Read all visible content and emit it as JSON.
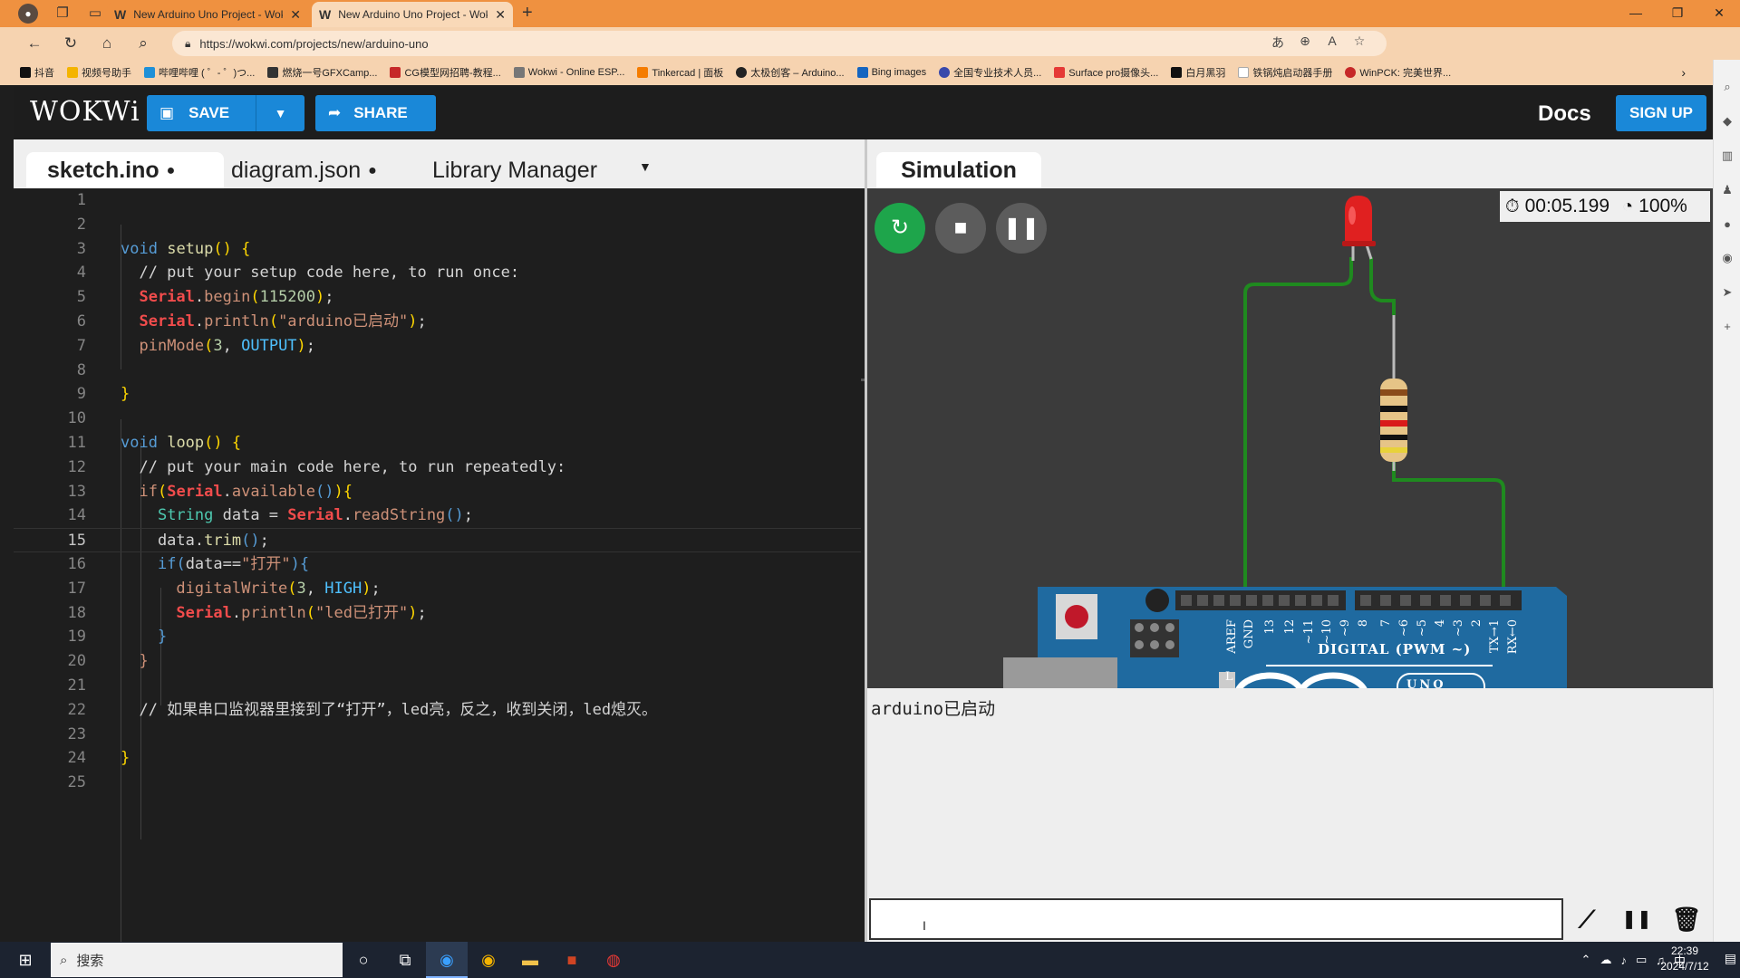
{
  "browser": {
    "tabs": [
      {
        "title": "New Arduino Uno Project - Wok",
        "active": false
      },
      {
        "title": "New Arduino Uno Project - Wok",
        "active": true
      }
    ],
    "url": "https://wokwi.com/projects/new/arduino-uno",
    "bookmarks": [
      "抖音",
      "视频号助手",
      "哔哩哔哩 ( ゜- ゜)つ...",
      "燃烧一号GFXCamp...",
      "CG模型网招聘-教程...",
      "Wokwi - Online ESP...",
      "Tinkercad | 面板",
      "太极创客 – Arduino...",
      "Bing images",
      "全国专业技术人员...",
      "Surface pro摄像头...",
      "白月黑羽",
      "铁锅炖启动器手册",
      "WinPCK: 完美世界..."
    ]
  },
  "header": {
    "logo": "WOKWi",
    "save_label": "SAVE",
    "share_label": "SHARE",
    "docs_label": "Docs",
    "signup_label": "SIGN UP"
  },
  "editor": {
    "tabs": [
      {
        "label": "sketch.ino",
        "modified": true,
        "active": true
      },
      {
        "label": "diagram.json",
        "modified": true,
        "active": false
      },
      {
        "label": "Library Manager",
        "modified": false,
        "active": false
      }
    ],
    "current_line": 15,
    "lines": [
      "",
      "",
      "void setup() {",
      "  // put your setup code here, to run once:",
      "  Serial.begin(115200);",
      "  Serial.println(\"arduino已启动\");",
      "  pinMode(3, OUTPUT);",
      "",
      "}",
      "",
      "void loop() {",
      "  // put your main code here, to run repeatedly:",
      "  if(Serial.available()){",
      "    String data = Serial.readString();",
      "    data.trim();",
      "    if(data==\"打开\"){",
      "      digitalWrite(3, HIGH);",
      "      Serial.println(\"led已打开\");",
      "    }",
      "  }",
      "",
      "  // 如果串口监视器里接到了“打开”，led亮，反之，收到关闭，led熄灭。",
      "",
      "}",
      ""
    ]
  },
  "simulation": {
    "tab_label": "Simulation",
    "timer": "00:05.199",
    "speed": "100%",
    "serial_output": "arduino已启动",
    "board": {
      "pin_labels_top": [
        "AREF",
        "GND",
        "13",
        "12",
        "~11",
        "~10",
        "~9",
        "8",
        "7",
        "~6",
        "~5",
        "4",
        "~3",
        "2",
        "TX→1",
        "RX←0"
      ],
      "digital_label": "DIGITAL (PWM ~)",
      "l_label": "L",
      "uno_label": "UNO"
    }
  },
  "taskbar": {
    "search_placeholder": "搜索",
    "time": "22:39",
    "date": "2024/7/12",
    "ime": "中"
  },
  "colors": {
    "accent": "#1a88d8",
    "browser_tab": "#ef9140",
    "editor_bg": "#1e1e1e",
    "sim_bg": "#3b3b3b",
    "led_red": "#e02020",
    "wire_green": "#1f8a1f",
    "board_blue": "#1f6aa0"
  }
}
